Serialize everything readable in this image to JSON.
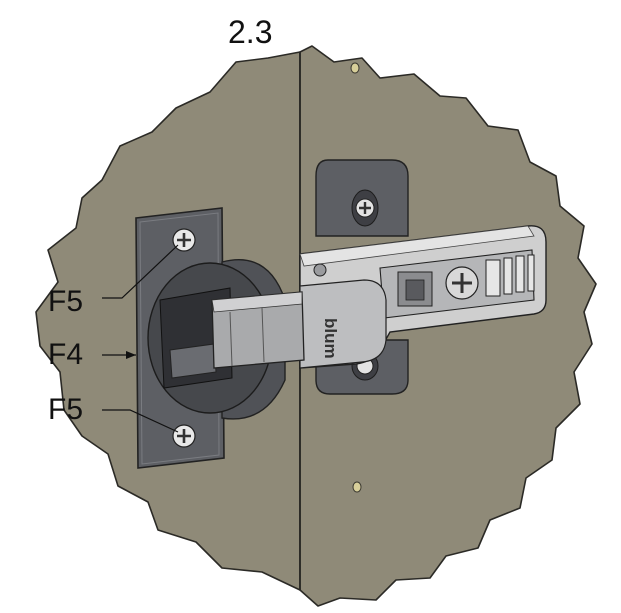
{
  "step_number": "2.3",
  "callouts": {
    "f5_top": "F5",
    "f4": "F4",
    "f5_bottom": "F5"
  },
  "brand_mark": "blum",
  "colors": {
    "panel": "#8f8a78",
    "panel_edge": "#2b2a26",
    "plate_dark": "#5d5f64",
    "cup_dark": "#505257",
    "hinge_light": "#cfcfcf",
    "hinge_mid": "#a9aaac",
    "hinge_shadow": "#7f8083"
  }
}
